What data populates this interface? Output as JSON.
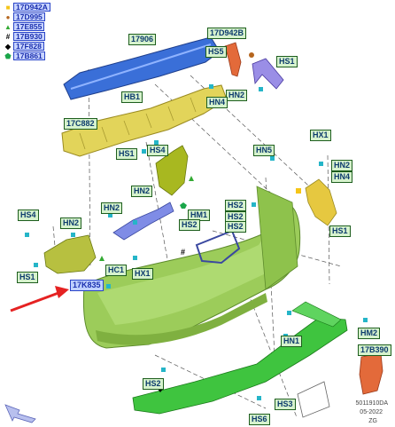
{
  "legend": [
    {
      "symbol": "square-marker",
      "color": "#f5c518",
      "code": "17D942A"
    },
    {
      "symbol": "circle-marker",
      "color": "#b5651d",
      "code": "17D995"
    },
    {
      "symbol": "triangle-marker",
      "color": "#33aa33",
      "code": "17E855"
    },
    {
      "symbol": "#",
      "color": "#000000",
      "code": "17B930"
    },
    {
      "symbol": "diamond-marker",
      "color": "#000000",
      "code": "17F828"
    },
    {
      "symbol": "pentagon-marker",
      "color": "#1aa64a",
      "code": "17B861"
    }
  ],
  "labels": {
    "l17906": "17906",
    "l17D942B": "17D942B",
    "l17C882": "17C882",
    "l17K835": "17K835",
    "l17B390": "17B390",
    "hs5": "HS5",
    "hs1_top": "HS1",
    "hb1": "HB1",
    "hn2_a": "HN2",
    "hn4_a": "HN4",
    "hs1_mid": "HS1",
    "hs4_mid": "HS4",
    "hn2_mid": "HN2",
    "hn5": "HN5",
    "hx1_right": "HX1",
    "hn2_right": "HN2",
    "hn4_right": "HN4",
    "hs2_a": "HS2",
    "hs2_b": "HS2",
    "hs2_c": "HS2",
    "hs1_right": "HS1",
    "hn2_b": "HN2",
    "hm1": "HM1",
    "hs2_d": "HS2",
    "hs4_left": "HS4",
    "hn2_left": "HN2",
    "hs1_left": "HS1",
    "hc1": "HC1",
    "hx1_mid": "HX1",
    "hn1": "HN1",
    "hm2": "HM2",
    "hs2_bottom": "HS2",
    "hs6": "HS6",
    "hs3": "HS3"
  },
  "footer": {
    "code": "5011910DA",
    "date": "05-2022",
    "initials": "ZG"
  },
  "colors": {
    "bumper": "#9ccc5a",
    "reinforcement": "#3a6fd8",
    "absorber": "#e2d45a",
    "orange_part": "#e36a3a",
    "bracket_blue": "#7f8ce6",
    "diffuser": "#3fc43f",
    "bracket_olive": "#a8b820",
    "pointer_arrow": "#e52222"
  }
}
